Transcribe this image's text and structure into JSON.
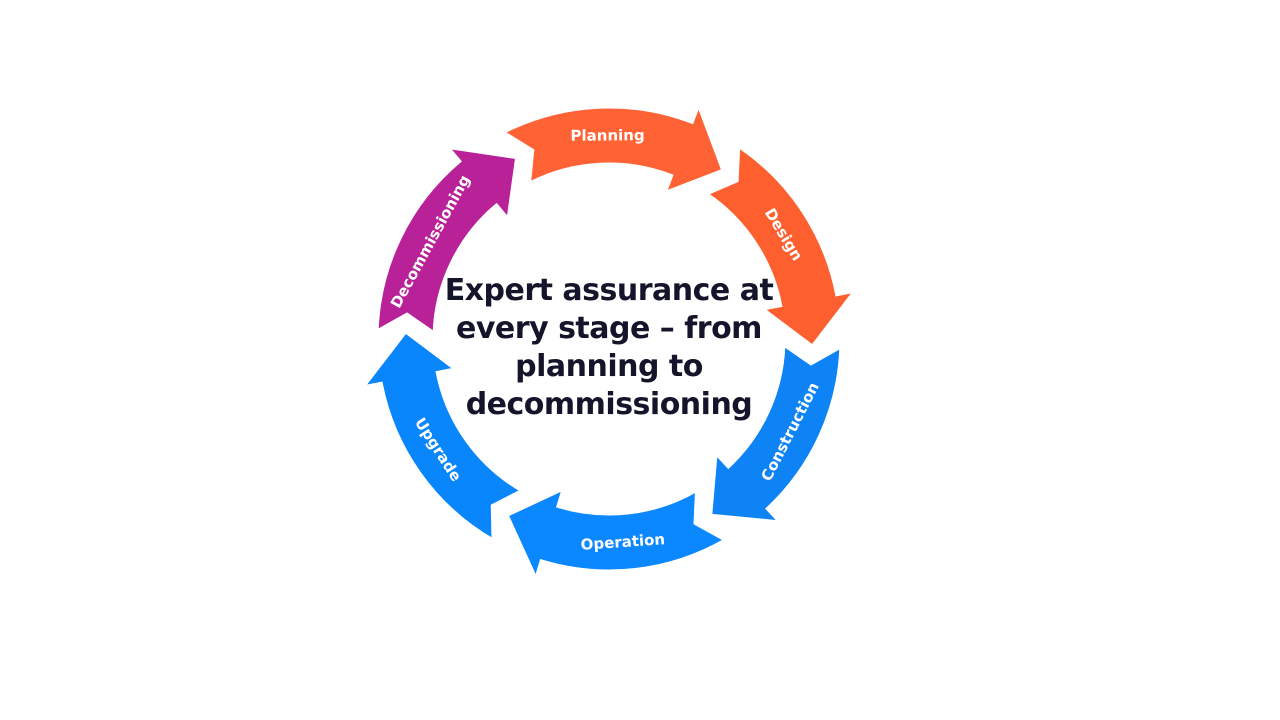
{
  "title": "Expert assurance at every stage – from planning to decommissioning",
  "colors": {
    "planning": "#fe6235",
    "design": "#fe5f2f",
    "construction": "#0d83f5",
    "operation": "#0b87ff",
    "upgrade": "#0a86fd",
    "decommissioning": "#b82198",
    "title_text": "#14142b"
  },
  "stages": [
    {
      "id": "planning",
      "label": "Planning",
      "color": "#fe6235"
    },
    {
      "id": "design",
      "label": "Design",
      "color": "#fe5f2f"
    },
    {
      "id": "construction",
      "label": "Construction",
      "color": "#0d83f5"
    },
    {
      "id": "operation",
      "label": "Operation",
      "color": "#0b87ff"
    },
    {
      "id": "upgrade",
      "label": "Upgrade",
      "color": "#0a86fd"
    },
    {
      "id": "decommissioning",
      "label": "Decommissioning",
      "color": "#b82198"
    }
  ]
}
